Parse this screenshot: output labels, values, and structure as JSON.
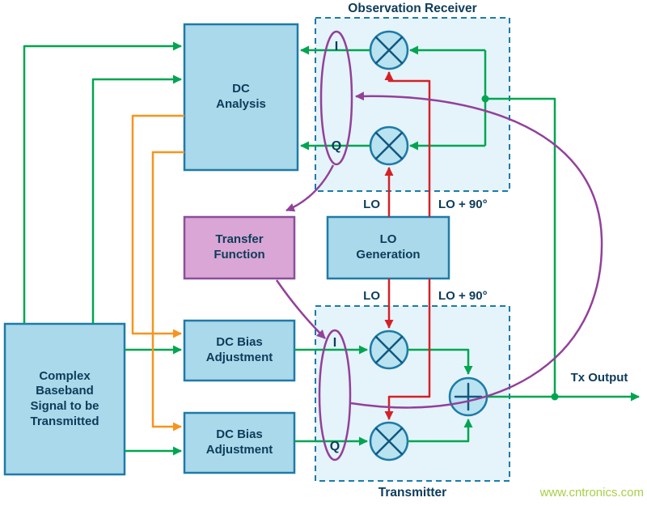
{
  "diagram": {
    "sections": {
      "observation_receiver": "Observation Receiver",
      "transmitter": "Transmitter"
    },
    "blocks": {
      "complex_baseband": "Complex Baseband Signal to be Transmitted",
      "dc_analysis": "DC Analysis",
      "transfer_function": "Transfer Function",
      "dc_bias_adjustment_i": "DC Bias Adjustment",
      "dc_bias_adjustment_q": "DC Bias Adjustment",
      "lo_generation": "LO Generation"
    },
    "ports": {
      "observation_i": "I",
      "observation_q": "Q",
      "transmitter_i": "I",
      "transmitter_q": "Q"
    },
    "lo_labels": {
      "observation_lo": "LO",
      "observation_lo_90": "LO + 90°",
      "transmitter_lo": "LO",
      "transmitter_lo_90": "LO + 90°"
    },
    "output_label": "Tx Output",
    "watermark": "www.cntronics.com",
    "colors": {
      "signal_green": "#00a551",
      "bias_orange": "#f7941e",
      "lo_red": "#d62027",
      "calibration_purple": "#93409a",
      "block_fill": "#a9d9ea",
      "block_border": "#1e7aa8",
      "section_fill": "#e4f4fa",
      "transfer_fill": "#d9a6d5",
      "transfer_border": "#8a4f9a",
      "label_navy": "#0d3c5a",
      "watermark_green": "#a8cf45"
    }
  }
}
